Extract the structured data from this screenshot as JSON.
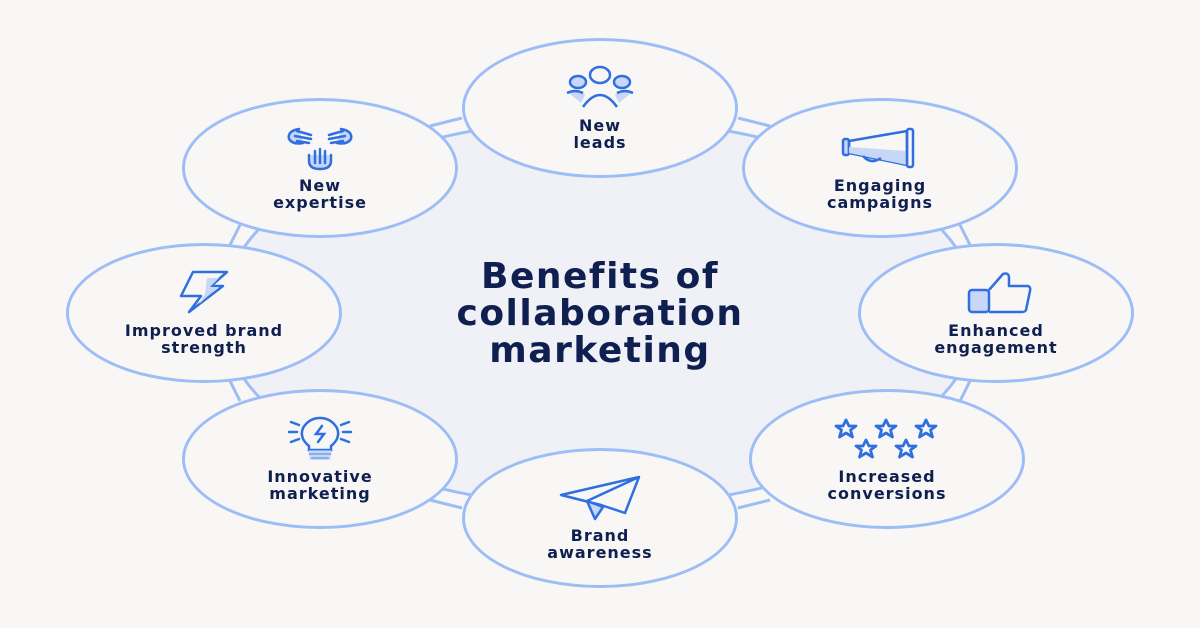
{
  "title": {
    "line1": "Benefits of",
    "line2": "collaboration",
    "line3": "marketing"
  },
  "colors": {
    "background": "#f8f7f6",
    "hub_fill": "#f0f1f7",
    "outline": "#9cbdf5",
    "icon_stroke": "#2f6fe0",
    "icon_fill": "#c7d7f5",
    "text": "#0f1f4f"
  },
  "benefits": [
    {
      "icon": "people-group-icon",
      "line1": "New",
      "line2": "leads"
    },
    {
      "icon": "megaphone-icon",
      "line1": "Engaging",
      "line2": "campaigns"
    },
    {
      "icon": "thumbs-up-icon",
      "line1": "Enhanced",
      "line2": "engagement"
    },
    {
      "icon": "stars-icon",
      "line1": "Increased",
      "line2": "conversions"
    },
    {
      "icon": "paper-plane-icon",
      "line1": "Brand",
      "line2": "awareness"
    },
    {
      "icon": "lightbulb-icon",
      "line1": "Innovative",
      "line2": "marketing"
    },
    {
      "icon": "lightning-bolt-icon",
      "line1": "Improved brand",
      "line2": "strength"
    },
    {
      "icon": "hands-icon",
      "line1": "New",
      "line2": "expertise"
    }
  ]
}
